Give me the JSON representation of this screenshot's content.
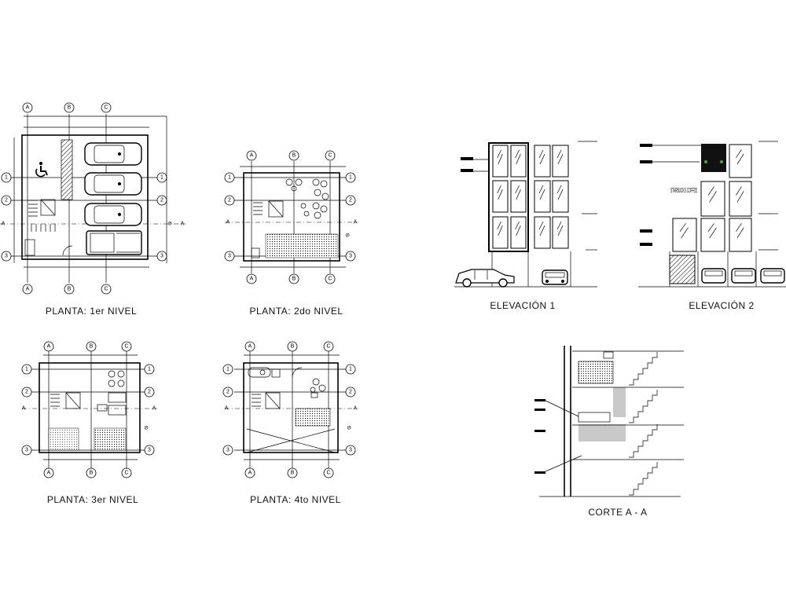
{
  "drawings": {
    "plan1": {
      "caption": "PLANTA: 1er NIVEL"
    },
    "plan2": {
      "caption": "PLANTA: 2do NIVEL"
    },
    "plan3": {
      "caption": "PLANTA: 3er NIVEL"
    },
    "plan4": {
      "caption": "PLANTA: 4to NIVEL"
    },
    "elev1": {
      "caption": "ELEVACIÓN 1"
    },
    "elev2": {
      "caption": "ELEVACIÓN 2",
      "sign": "STARBUCKS COFFEE"
    },
    "section": {
      "caption": "CORTE  A - A"
    }
  },
  "grid": {
    "columns": [
      "A",
      "B",
      "C"
    ],
    "rows": [
      "1",
      "2",
      "3"
    ],
    "cut": "A"
  },
  "colors": {
    "line": "#000000",
    "background": "#ffffff"
  }
}
